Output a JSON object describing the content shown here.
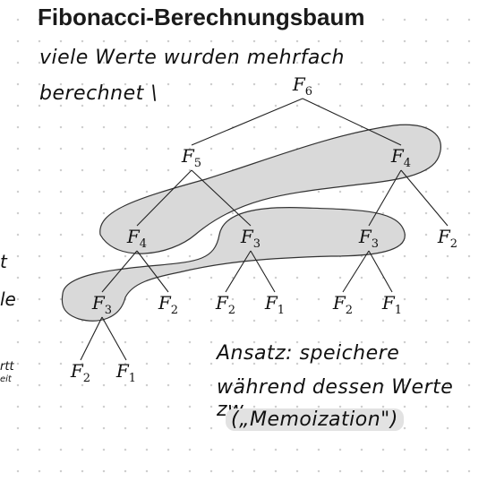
{
  "title": "Fibonacci-Berechnungsbaum",
  "note_line1": "viele Werte wurden mehrfach",
  "note_line2": "berechnet",
  "approach_line1": "Ansatz: speichere",
  "approach_line2": "während dessen Werte zw.",
  "approach_line3": "(„Memoization\")",
  "tree": {
    "label": "F",
    "nodes": [
      {
        "id": "f6",
        "sub": "6"
      },
      {
        "id": "f5",
        "sub": "5"
      },
      {
        "id": "f4a",
        "sub": "4"
      },
      {
        "id": "f4b",
        "sub": "4"
      },
      {
        "id": "f3a",
        "sub": "3"
      },
      {
        "id": "f3b",
        "sub": "3"
      },
      {
        "id": "f2a",
        "sub": "2"
      },
      {
        "id": "f3c",
        "sub": "3"
      },
      {
        "id": "f2b",
        "sub": "2"
      },
      {
        "id": "f2c",
        "sub": "2"
      },
      {
        "id": "f1a",
        "sub": "1"
      },
      {
        "id": "f2d",
        "sub": "2"
      },
      {
        "id": "f1b",
        "sub": "1"
      },
      {
        "id": "f2e",
        "sub": "2"
      },
      {
        "id": "f1c",
        "sub": "1"
      }
    ],
    "edges": [
      [
        "f6",
        "f5"
      ],
      [
        "f6",
        "f4a"
      ],
      [
        "f5",
        "f4b"
      ],
      [
        "f5",
        "f3a"
      ],
      [
        "f4a",
        "f3b"
      ],
      [
        "f4a",
        "f2a"
      ],
      [
        "f4b",
        "f3c"
      ],
      [
        "f4b",
        "f2b"
      ],
      [
        "f3a",
        "f2c"
      ],
      [
        "f3a",
        "f1a"
      ],
      [
        "f3b",
        "f2d"
      ],
      [
        "f3b",
        "f1b"
      ],
      [
        "f3c",
        "f2e"
      ],
      [
        "f3c",
        "f1c"
      ]
    ]
  },
  "highlight_color": "#d9d9d9"
}
